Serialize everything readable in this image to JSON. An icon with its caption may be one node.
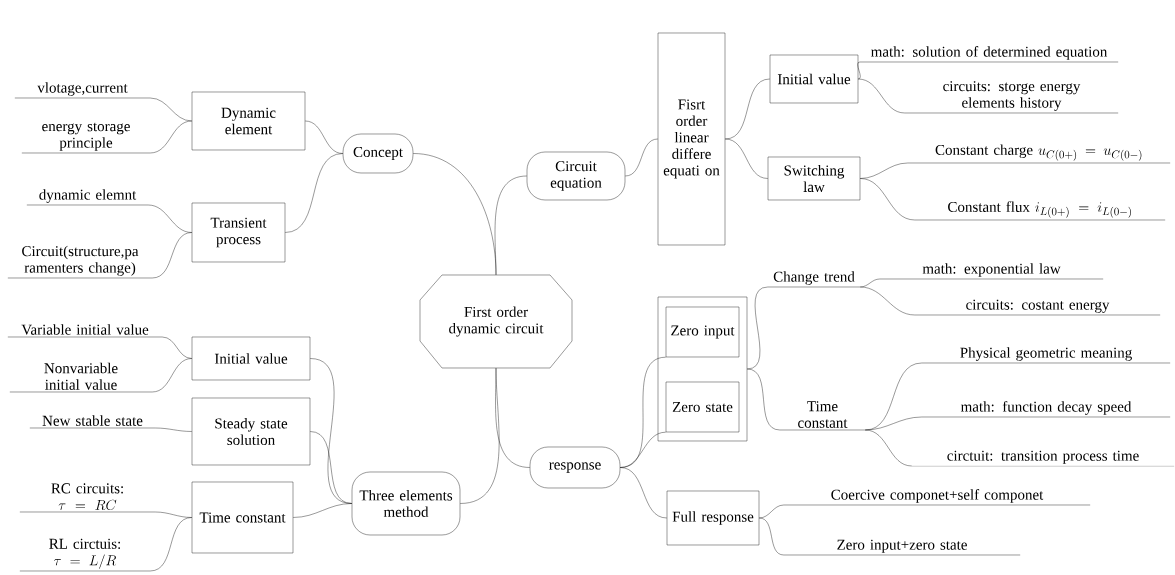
{
  "diagram": {
    "nodes": [
      {
        "text": [
          "First order dynamic circuit"
        ]
      },
      {
        "text": [
          "Concept"
        ]
      },
      {
        "text": [
          "Dynamic element"
        ]
      },
      {
        "text": [
          "Transient process"
        ]
      },
      {
        "text": [
          "vlotage,current"
        ]
      },
      {
        "text": [
          "energy storage principle"
        ]
      },
      {
        "text": [
          "dynamic elemnt"
        ]
      },
      {
        "text": [
          "Circuit(structure,pa ramenters change)"
        ]
      },
      {
        "text": [
          "Three elements method"
        ]
      },
      {
        "text": [
          "Initial value"
        ]
      },
      {
        "text": [
          "Steady state solution"
        ]
      },
      {
        "text": [
          "Time constant"
        ]
      },
      {
        "text": [
          "Variable initial value"
        ]
      },
      {
        "text": [
          "Nonvariable initial value"
        ]
      },
      {
        "text": [
          "New stable state"
        ]
      },
      {
        "text": [
          "RC circuits:",
          "\\tau = RC"
        ]
      },
      {
        "text": [
          "RL circtuis:",
          "\\tau = L/R"
        ]
      },
      {
        "text": [
          "Circuit equation"
        ]
      },
      {
        "text": [
          "Fisrt order linear differe equati on"
        ]
      },
      {
        "text": [
          "Initial value"
        ]
      },
      {
        "text": [
          "Switching law"
        ]
      },
      {
        "text": [
          "math: solution of determined equation"
        ]
      },
      {
        "text": [
          "circuits: storge energy elements history"
        ]
      },
      {
        "text": [
          "Constant charge",
          "u_{C(0+)} = u_{C(0-)}"
        ]
      },
      {
        "text": [
          "Constant flux",
          "i_{L(0+)} = i_{L(0-)}"
        ]
      },
      {
        "text": [
          "response"
        ]
      },
      {
        "text": [],
        "shape": "box"
      },
      {
        "text": [
          "Zero input"
        ],
        "in": 26
      },
      {
        "text": [
          "Zero state"
        ],
        "in": 26
      },
      {
        "text": [
          "Full response"
        ]
      },
      {
        "text": [
          "Change trend"
        ]
      },
      {
        "text": [
          "math: exponential law"
        ]
      },
      {
        "text": [
          "circuits: costant energy"
        ]
      },
      {
        "text": [
          "Time constant"
        ]
      },
      {
        "text": [
          "Physical geometric meaning"
        ]
      },
      {
        "text": [
          "math: function decay speed"
        ]
      },
      {
        "text": [
          "circtuit: transition process time"
        ]
      },
      {
        "text": [
          "Coercive componet+self componet"
        ]
      },
      {
        "text": [
          "Zero input+zero state"
        ]
      }
    ],
    "edges": [
      {
        "from": 0,
        "to": 1,
        "arrow": "none"
      },
      {
        "from": 1,
        "to": 2,
        "arrow": "none"
      },
      {
        "from": 1,
        "to": 3,
        "arrow": "none"
      },
      {
        "from": 2,
        "to": 4,
        "arrow": "none"
      },
      {
        "from": 2,
        "to": 5,
        "arrow": "none"
      },
      {
        "from": 3,
        "to": 6,
        "arrow": "none"
      },
      {
        "from": 3,
        "to": 7,
        "arrow": "none"
      },
      {
        "from": 0,
        "to": 8,
        "arrow": "none"
      },
      {
        "from": 8,
        "to": 9,
        "arrow": "none"
      },
      {
        "from": 8,
        "to": 10,
        "arrow": "none"
      },
      {
        "from": 8,
        "to": 11,
        "arrow": "none"
      },
      {
        "from": 9,
        "to": 12,
        "arrow": "none"
      },
      {
        "from": 9,
        "to": 13,
        "arrow": "none"
      },
      {
        "from": 10,
        "to": 14,
        "arrow": "none"
      },
      {
        "from": 11,
        "to": 15,
        "arrow": "none"
      },
      {
        "from": 11,
        "to": 16,
        "arrow": "none"
      },
      {
        "from": 0,
        "to": 17,
        "arrow": "none"
      },
      {
        "from": 17,
        "to": 18,
        "arrow": "none"
      },
      {
        "from": 18,
        "to": 19,
        "arrow": "none"
      },
      {
        "from": 18,
        "to": 20,
        "arrow": "none"
      },
      {
        "from": 19,
        "to": 21,
        "arrow": "none"
      },
      {
        "from": 19,
        "to": 22,
        "arrow": "none"
      },
      {
        "from": 20,
        "to": 23,
        "arrow": "none"
      },
      {
        "from": 20,
        "to": 24,
        "arrow": "none"
      },
      {
        "from": 0,
        "to": 25,
        "arrow": "none"
      },
      {
        "from": 25,
        "to": 27,
        "arrow": "none"
      },
      {
        "from": 25,
        "to": 28,
        "arrow": "none"
      },
      {
        "from": 25,
        "to": 29,
        "arrow": "none"
      },
      {
        "from": 26,
        "to": 30,
        "arrow": "none"
      },
      {
        "from": 26,
        "to": 33,
        "arrow": "none"
      },
      {
        "from": 30,
        "to": 31,
        "arrow": "none"
      },
      {
        "from": 30,
        "to": 32,
        "arrow": "none"
      },
      {
        "from": 33,
        "to": 34,
        "arrow": "none"
      },
      {
        "from": 33,
        "to": 35,
        "arrow": "none"
      },
      {
        "from": 33,
        "to": 36,
        "arrow": "none"
      },
      {
        "from": 29,
        "to": 37,
        "arrow": "none"
      },
      {
        "from": 29,
        "to": 38,
        "arrow": "none"
      }
    ]
  }
}
